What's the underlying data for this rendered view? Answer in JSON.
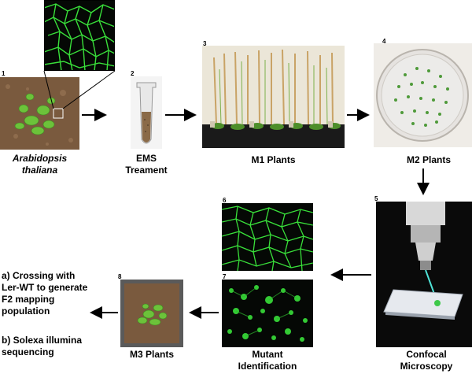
{
  "steps": {
    "s1": {
      "num": "1",
      "label_line1": "Arabidopsis",
      "label_line2": "thaliana"
    },
    "s2": {
      "num": "2",
      "label_line1": "EMS",
      "label_line2": "Treament"
    },
    "s3": {
      "num": "3",
      "label": "M1 Plants"
    },
    "s4": {
      "num": "4",
      "label": "M2 Plants"
    },
    "s5": {
      "num": "5",
      "label_line1": "Confocal",
      "label_line2": "Microscopy"
    },
    "s6": {
      "num": "6"
    },
    "s7": {
      "num": "7",
      "label_line1": "Mutant",
      "label_line2": "Identification"
    },
    "s8": {
      "num": "8",
      "label": "M3 Plants"
    }
  },
  "outcomes": {
    "a_line1": "a) Crossing with",
    "a_line2": "Ler-WT to generate",
    "a_line3": "F2 mapping",
    "a_line4": "population",
    "b_line1": "b) Solexa illumina",
    "b_line2": "sequencing"
  },
  "colors": {
    "fluorescence": "#39e03a",
    "dark_bg": "#050805",
    "soil": "#7a5a3e",
    "plant": "#6cc23a",
    "dish": "#e6e3e0",
    "microscope_bg": "#0a0a0a"
  },
  "icons": [
    "arrow-right-icon",
    "arrow-down-icon",
    "arrow-left-icon"
  ]
}
